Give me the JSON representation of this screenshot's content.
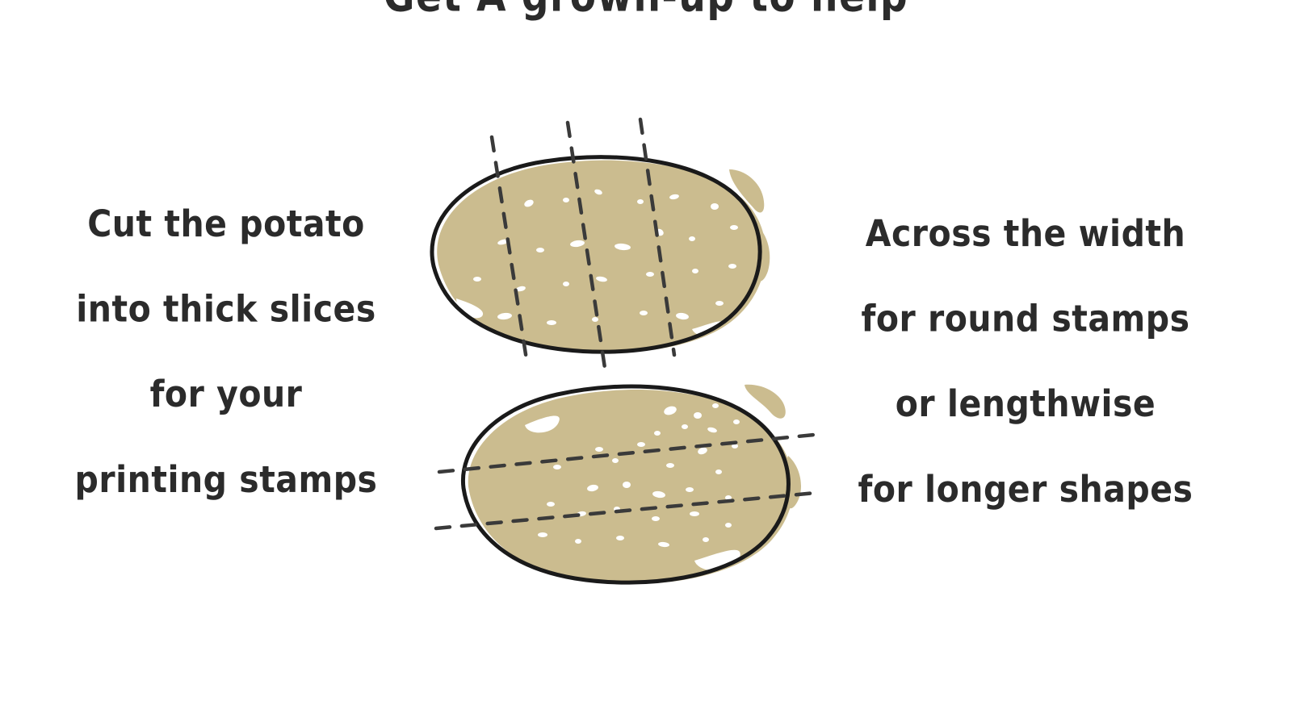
{
  "page": {
    "background_color": "#ffffff",
    "title": "Get A grown-up to help",
    "title_clipped_at_top": true
  },
  "colors": {
    "ink": "#2b2b2b",
    "outline": "#1a1a1a",
    "potato_fill": "#CBBC8F",
    "potato_fill_shadow": "#C3B384",
    "background": "#ffffff",
    "dash_stroke": "#3a3a3a"
  },
  "caption_left": {
    "name": "cut-instruction",
    "lines": [
      "Cut the potato",
      "into thick slices",
      "for your",
      "printing stamps"
    ]
  },
  "caption_right": {
    "name": "orientation-instruction",
    "lines": [
      "Across the width",
      "for round stamps",
      "or lengthwise",
      "for longer shapes"
    ]
  },
  "illustrations": [
    {
      "id": "potato-top",
      "name": "potato-across-width",
      "description": "Hand-drawn tan potato, wide oval, with three dashed vertical cut lines crossing it",
      "cut_direction": "across-the-width",
      "cut_line_count": 3,
      "fill": "#CBBC8F"
    },
    {
      "id": "potato-bottom",
      "name": "potato-lengthwise",
      "description": "Hand-drawn tan potato, egg shape, with two dashed horizontal cut lines crossing it",
      "cut_direction": "lengthwise",
      "cut_line_count": 2,
      "fill": "#CBBC8F"
    }
  ]
}
